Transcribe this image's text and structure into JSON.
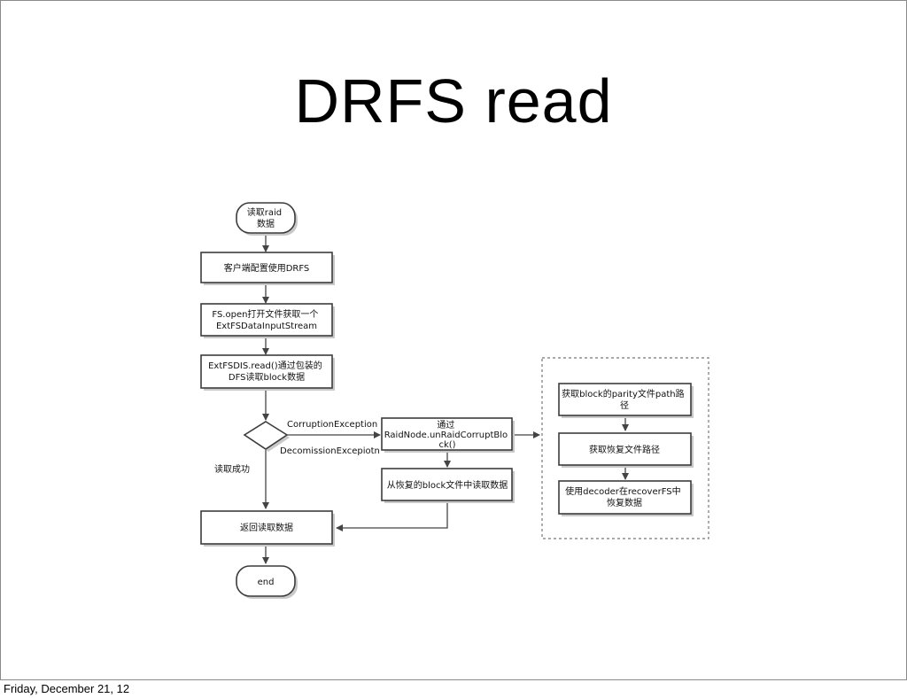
{
  "slide": {
    "title": "DRFS read",
    "footer": "Friday, December 21, 12"
  },
  "diagram": {
    "nodes": {
      "start": [
        "读取raid",
        "数据"
      ],
      "config": [
        "客户端配置使用DRFS"
      ],
      "open": [
        "FS.open打开文件获取一个",
        "ExtFSDataInputStream"
      ],
      "read": [
        "ExtFSDIS.read()通过包装的",
        "DFS读取block数据"
      ],
      "decision": [],
      "raidnode": [
        "通过",
        "RaidNode.unRaidCorruptBlo",
        "ck()"
      ],
      "recover_read": [
        "从恢复的block文件中读取数据"
      ],
      "get_parity": [
        "获取block的parity文件path路",
        "径"
      ],
      "get_recover": [
        "获取恢复文件路径"
      ],
      "decoder": [
        "使用decoder在recoverFS中",
        "恢复数据"
      ],
      "return": [
        "返回读取数据"
      ],
      "end": [
        "end"
      ]
    },
    "edge_labels": {
      "corruption": "CorruptionException",
      "decomission": "DecomissionExcepiotn",
      "success": "读取成功"
    }
  }
}
